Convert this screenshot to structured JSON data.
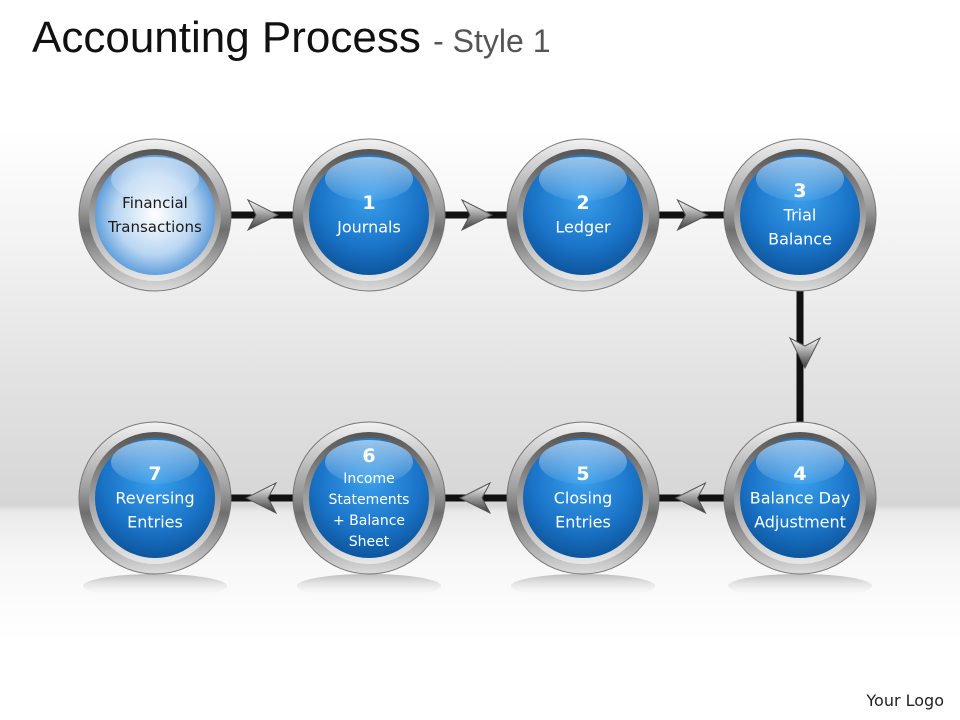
{
  "title": "Accounting Process",
  "subtitle": "- Style 1",
  "logo": "Your Logo",
  "nodes": [
    {
      "number": "",
      "lines": [
        "Financial",
        "Transactions"
      ],
      "style": "light"
    },
    {
      "number": "1",
      "lines": [
        "Journals"
      ],
      "style": "blue"
    },
    {
      "number": "2",
      "lines": [
        "Ledger"
      ],
      "style": "blue"
    },
    {
      "number": "3",
      "lines": [
        "Trial",
        "Balance"
      ],
      "style": "blue"
    },
    {
      "number": "4",
      "lines": [
        "Balance Day",
        "Adjustment"
      ],
      "style": "blue"
    },
    {
      "number": "5",
      "lines": [
        "Closing",
        "Entries"
      ],
      "style": "blue"
    },
    {
      "number": "6",
      "lines": [
        "Income",
        "Statements",
        "+ Balance",
        "Sheet"
      ],
      "style": "blue"
    },
    {
      "number": "7",
      "lines": [
        "Reversing",
        "Entries"
      ],
      "style": "blue"
    }
  ],
  "colors": {
    "accent": "#1f7fd0",
    "accent_dark": "#0b4f94",
    "ring": "#9a9a9a"
  }
}
